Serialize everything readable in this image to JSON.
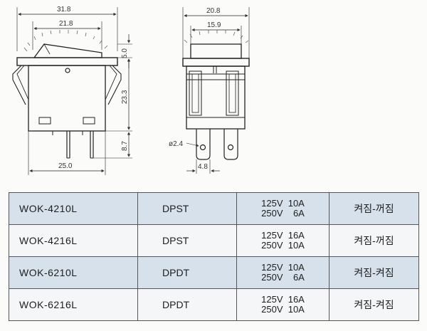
{
  "drawing": {
    "front_view": {
      "width_top": "31.8",
      "width_window": "21.8",
      "height_cap": "5.0",
      "height_body": "23.3",
      "height_terminal": "8.7",
      "width_bottom": "25.0"
    },
    "side_view": {
      "width_top": "20.8",
      "width_window": "15.9",
      "hole_diameter": "ø2.4",
      "terminal_width": "4.8"
    }
  },
  "table": {
    "rows": [
      {
        "model": "WOK-4210L",
        "type": "DPST",
        "rating1": "125V  10A",
        "rating2": "250V    6A",
        "function": "켜짐-꺼짐"
      },
      {
        "model": "WOK-4216L",
        "type": "DPST",
        "rating1": "125V  16A",
        "rating2": "250V  10A",
        "function": "켜짐-꺼짐"
      },
      {
        "model": "WOK-6210L",
        "type": "DPDT",
        "rating1": "125V  10A",
        "rating2": "250V    6A",
        "function": "켜짐-켜짐"
      },
      {
        "model": "WOK-6216L",
        "type": "DPDT",
        "rating1": "125V  16A",
        "rating2": "250V  10A",
        "function": "켜짐-켜짐"
      }
    ]
  }
}
